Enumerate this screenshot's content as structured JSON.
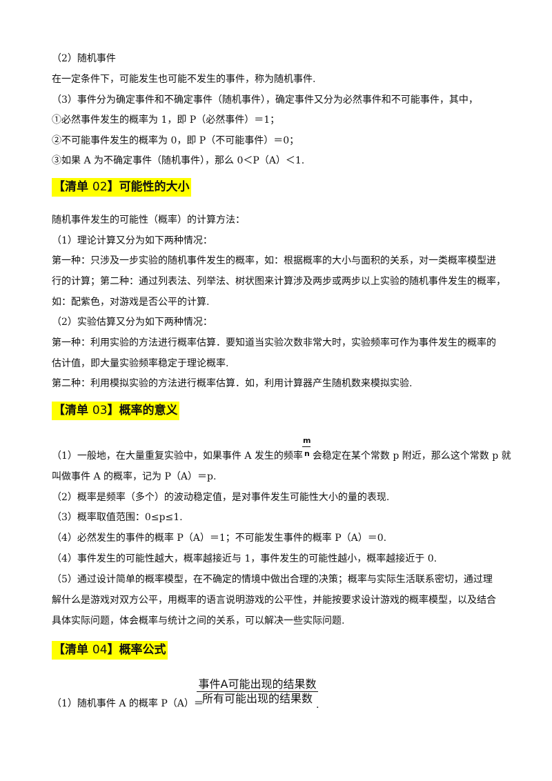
{
  "section1": {
    "l1": "（2）随机事件",
    "l2": "在一定条件下，可能发生也可能不发生的事件，称为随机事件.",
    "l3": "（3）事件分为确定事件和不确定事件（随机事件），确定事件又分为必然事件和不可能事件，其中，",
    "l4": "①必然事件发生的概率为 1，即 P（必然事件）＝1；",
    "l5": "②不可能事件发生的概率为 0，即 P（不可能事件）＝0；",
    "l6": "③如果 A 为不确定事件（随机事件），那么 0＜P（A）＜1."
  },
  "heading2": {
    "bracket_open": "【清单 ",
    "num": "02",
    "bracket_close": "】",
    "title": "可能性的大小"
  },
  "section2": {
    "l1": "随机事件发生的可能性（概率）的计算方法：",
    "l2": "（1）理论计算又分为如下两种情况：",
    "l3": "第一种：只涉及一步实验的随机事件发生的概率，如：根据概率的大小与面积的关系，对一类概率模型进",
    "l4": "行的计算；第二种：通过列表法、列举法、树状图来计算涉及两步或两步以上实验的随机事件发生的概率，",
    "l5": "如：配紫色，对游戏是否公平的计算.",
    "l6": "（2）实验估算又分为如下两种情况：",
    "l7": "第一种：利用实验的方法进行概率估算．要知道当实验次数非常大时，实验频率可作为事件发生的概率的",
    "l8": "估计值，即大量实验频率稳定于理论概率.",
    "l9": "第二种：利用模拟实验的方法进行概率估算．如，利用计算器产生随机数来模拟实验."
  },
  "heading3": {
    "bracket_open": "【清单 ",
    "num": "03",
    "bracket_close": "】",
    "title": "概率的意义"
  },
  "section3": {
    "frac_num": "m",
    "frac_den": "n",
    "l1a": "（1）一般地，在大量重复实验中，如果事件 A 发生的频率",
    "l1b": "会稳定在某个常数 p 附近，那么这个常数 p 就",
    "l2": "叫做事件 A 的概率，记为 P（A）＝p.",
    "l3": "（2）概率是频率（多个）的波动稳定值，是对事件发生可能性大小的量的表现.",
    "l4": "（3）概率取值范围：0≤p≤1.",
    "l5": "（4）必然发生的事件的概率 P（A）＝1；不可能发生事件的概率 P（A）＝0.",
    "l6": "（4）事件发生的可能性越大，概率越接近与 1，事件发生的可能性越小，概率越接近于 0.",
    "l7": "（5）通过设计简单的概率模型，在不确定的情境中做出合理的决策；概率与实际生活联系密切，通过理",
    "l8": "解什么是游戏对双方公平，用概率的语言说明游戏的公平性，并能按要求设计游戏的概率模型，以及结合",
    "l9": "具体实际问题，体会概率与统计之间的关系，可以解决一些实际问题."
  },
  "heading4": {
    "bracket_open": "【清单 ",
    "num": "04",
    "bracket_close": "】",
    "title": "概率公式"
  },
  "section4": {
    "l1": "（1）随机事件 A 的概率 P（A）＝",
    "frac_num": "事件A可能出现的结果数",
    "frac_den": "所有可能出现的结果数",
    "end": "."
  }
}
